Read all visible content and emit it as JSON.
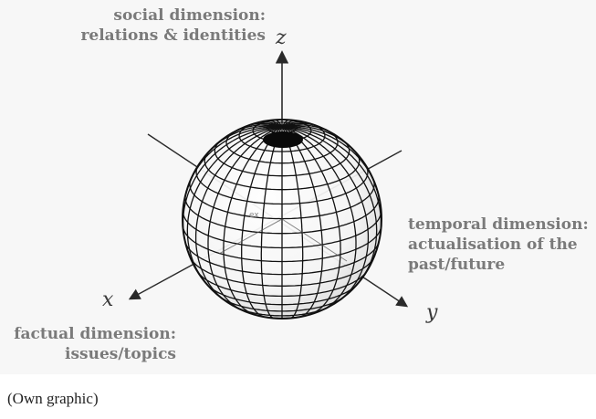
{
  "labels": {
    "social_line1": "social dimension:",
    "social_line2": "relations & identities",
    "temporal_line1": "temporal dimension:",
    "temporal_line2": "actualisation of the",
    "temporal_line3": "past/future",
    "factual_line1": "factual dimension:",
    "factual_line2": "issues/topics"
  },
  "axes": {
    "z": "z",
    "x": "x",
    "y": "y"
  },
  "center_tag": "ex",
  "caption": "(Own graphic)",
  "colors": {
    "panel": "#f7f7f7",
    "label_text": "#7a7a7a",
    "axis_line": "#2a2a2a",
    "sphere_lines": "#111111"
  }
}
